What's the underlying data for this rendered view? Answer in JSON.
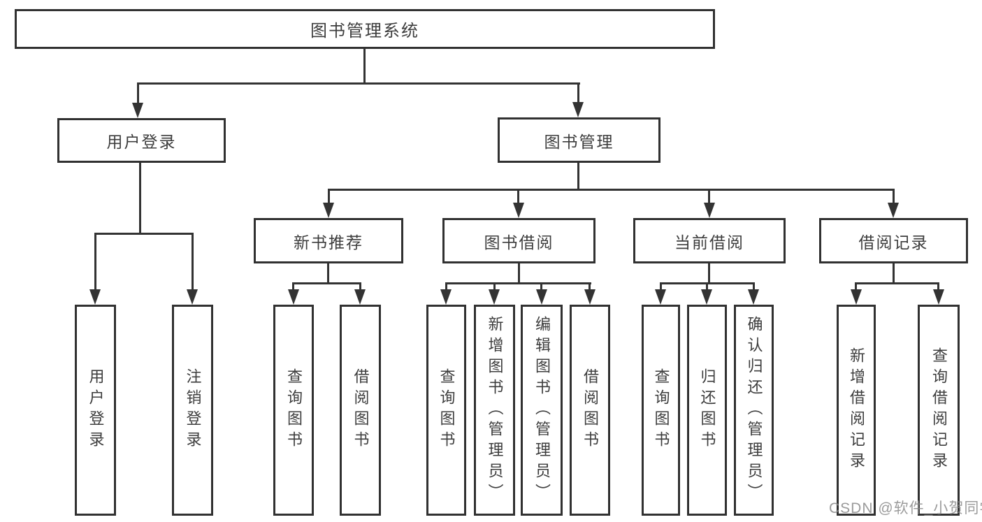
{
  "tree": {
    "root": {
      "label": "图书管理系统"
    },
    "branches": [
      {
        "label": "用户登录",
        "children": [
          {
            "label": "用户登录"
          },
          {
            "label": "注销登录"
          }
        ]
      },
      {
        "label": "图书管理",
        "children": [
          {
            "label": "新书推荐",
            "children": [
              {
                "label": "查询图书"
              },
              {
                "label": "借阅图书"
              }
            ]
          },
          {
            "label": "图书借阅",
            "children": [
              {
                "label": "查询图书"
              },
              {
                "label": "新增图书（管理员）"
              },
              {
                "label": "编辑图书（管理员）"
              },
              {
                "label": "借阅图书"
              }
            ]
          },
          {
            "label": "当前借阅",
            "children": [
              {
                "label": "查询图书"
              },
              {
                "label": "归还图书"
              },
              {
                "label": "确认归还（管理员）"
              }
            ]
          },
          {
            "label": "借阅记录",
            "children": [
              {
                "label": "新增借阅记录"
              },
              {
                "label": "查询借阅记录"
              }
            ]
          }
        ]
      }
    ]
  },
  "watermark": {
    "text": "CSDN @软件_小贺同学"
  },
  "colors": {
    "line": "#333333",
    "border": "#313131",
    "text": "#3d3d3d",
    "watermark": "#898989",
    "background": "#ffffff"
  }
}
